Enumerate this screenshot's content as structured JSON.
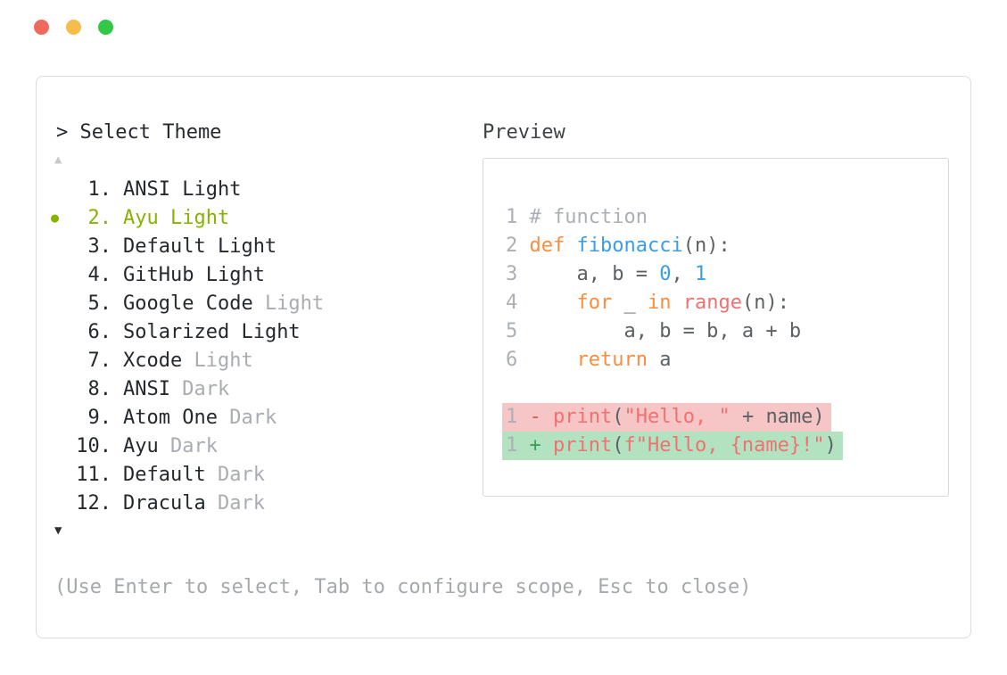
{
  "window": {
    "controls": [
      {
        "name": "close",
        "color": "#ee6a5f"
      },
      {
        "name": "minimize",
        "color": "#f5bd4c"
      },
      {
        "name": "zoom",
        "color": "#33c748"
      }
    ]
  },
  "dialog": {
    "title": "> Select Theme",
    "scroll_up_glyph": "▲",
    "scroll_down_glyph": "▼",
    "selected_indicator": "●",
    "accent_color": "#86b300",
    "help": "(Use Enter to select, Tab to configure scope, Esc to close)",
    "themes": [
      {
        "num": "1.",
        "name": "ANSI",
        "variant": "Light",
        "muted_variant": false,
        "selected": false
      },
      {
        "num": "2.",
        "name": "Ayu",
        "variant": "Light",
        "muted_variant": false,
        "selected": true
      },
      {
        "num": "3.",
        "name": "Default",
        "variant": "Light",
        "muted_variant": false,
        "selected": false
      },
      {
        "num": "4.",
        "name": "GitHub",
        "variant": "Light",
        "muted_variant": false,
        "selected": false
      },
      {
        "num": "5.",
        "name": "Google Code",
        "variant": "Light",
        "muted_variant": true,
        "selected": false
      },
      {
        "num": "6.",
        "name": "Solarized",
        "variant": "Light",
        "muted_variant": false,
        "selected": false
      },
      {
        "num": "7.",
        "name": "Xcode",
        "variant": "Light",
        "muted_variant": true,
        "selected": false
      },
      {
        "num": "8.",
        "name": "ANSI",
        "variant": "Dark",
        "muted_variant": true,
        "selected": false
      },
      {
        "num": "9.",
        "name": "Atom One",
        "variant": "Dark",
        "muted_variant": true,
        "selected": false
      },
      {
        "num": "10.",
        "name": "Ayu",
        "variant": "Dark",
        "muted_variant": true,
        "selected": false
      },
      {
        "num": "11.",
        "name": "Default",
        "variant": "Dark",
        "muted_variant": true,
        "selected": false
      },
      {
        "num": "12.",
        "name": "Dracula",
        "variant": "Dark",
        "muted_variant": true,
        "selected": false
      }
    ]
  },
  "preview": {
    "label": "Preview",
    "palette": {
      "ln": "#abb0b6",
      "cm": "#abb0b6",
      "kw": "#fa8d3e",
      "fn": "#399ee6",
      "num": "#399ee6",
      "red": "#f07171",
      "txt": "#5c6166",
      "sd": "#d95757",
      "sa": "#3e9e56",
      "del-bg": "#f6c5c5",
      "add-bg": "#b3e2c1"
    },
    "lines": [
      {
        "type": "code",
        "tokens": [
          {
            "t": "1 ",
            "c": "ln"
          },
          {
            "t": "# function",
            "c": "cm"
          }
        ]
      },
      {
        "type": "code",
        "tokens": [
          {
            "t": "2 ",
            "c": "ln"
          },
          {
            "t": "def",
            "c": "kw"
          },
          {
            "t": " ",
            "c": "txt"
          },
          {
            "t": "fibonacci",
            "c": "fn"
          },
          {
            "t": "(n):",
            "c": "txt"
          }
        ]
      },
      {
        "type": "code",
        "tokens": [
          {
            "t": "3 ",
            "c": "ln"
          },
          {
            "t": "    a, b = ",
            "c": "txt"
          },
          {
            "t": "0",
            "c": "num"
          },
          {
            "t": ", ",
            "c": "txt"
          },
          {
            "t": "1",
            "c": "num"
          }
        ]
      },
      {
        "type": "code",
        "tokens": [
          {
            "t": "4 ",
            "c": "ln"
          },
          {
            "t": "    ",
            "c": "txt"
          },
          {
            "t": "for",
            "c": "kw"
          },
          {
            "t": " _ ",
            "c": "txt"
          },
          {
            "t": "in",
            "c": "kw"
          },
          {
            "t": " ",
            "c": "txt"
          },
          {
            "t": "range",
            "c": "red"
          },
          {
            "t": "(n):",
            "c": "txt"
          }
        ]
      },
      {
        "type": "code",
        "tokens": [
          {
            "t": "5 ",
            "c": "ln"
          },
          {
            "t": "        a, b = b, a + b",
            "c": "txt"
          }
        ]
      },
      {
        "type": "code",
        "tokens": [
          {
            "t": "6 ",
            "c": "ln"
          },
          {
            "t": "    ",
            "c": "txt"
          },
          {
            "t": "return",
            "c": "kw"
          },
          {
            "t": " a",
            "c": "txt"
          }
        ]
      },
      {
        "type": "blank",
        "tokens": []
      },
      {
        "type": "del",
        "tokens": [
          {
            "t": "1 ",
            "c": "ln"
          },
          {
            "t": "- ",
            "c": "sd"
          },
          {
            "t": "print",
            "c": "red"
          },
          {
            "t": "(",
            "c": "txt"
          },
          {
            "t": "\"Hello, \"",
            "c": "red"
          },
          {
            "t": " + name)",
            "c": "txt"
          }
        ]
      },
      {
        "type": "add",
        "tokens": [
          {
            "t": "1 ",
            "c": "ln"
          },
          {
            "t": "+ ",
            "c": "sa"
          },
          {
            "t": "print",
            "c": "red"
          },
          {
            "t": "(",
            "c": "txt"
          },
          {
            "t": "f\"Hello, {name}!\"",
            "c": "red"
          },
          {
            "t": ")",
            "c": "txt"
          }
        ]
      }
    ]
  }
}
